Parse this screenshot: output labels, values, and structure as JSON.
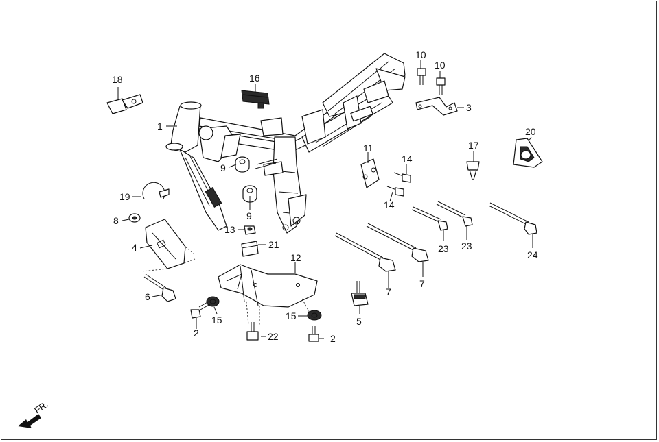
{
  "callouts": [
    "1",
    "2",
    "2",
    "3",
    "4",
    "5",
    "6",
    "7",
    "7",
    "8",
    "9",
    "9",
    "10",
    "10",
    "11",
    "12",
    "13",
    "14",
    "14",
    "15",
    "15",
    "16",
    "17",
    "18",
    "19",
    "20",
    "21",
    "22",
    "23",
    "23",
    "24"
  ],
  "direction_label": "FR."
}
